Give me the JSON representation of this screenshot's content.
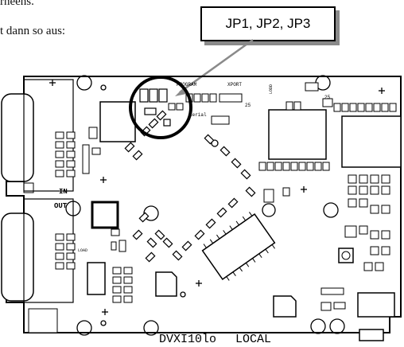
{
  "document": {
    "line1": "rneens.",
    "line2": "t dann so aus:"
  },
  "callout": {
    "label": "JP1, JP2, JP3"
  },
  "board": {
    "title": "DVXI10lo",
    "subtitle": "LOCAL",
    "labels": {
      "program": "PROGRAM",
      "xport": "XPORT",
      "serial": "serial",
      "in": "IN",
      "out": "OUT",
      "load": "LOAD",
      "num25a": "25",
      "num25b": "25",
      "lodd": "LODD"
    }
  }
}
